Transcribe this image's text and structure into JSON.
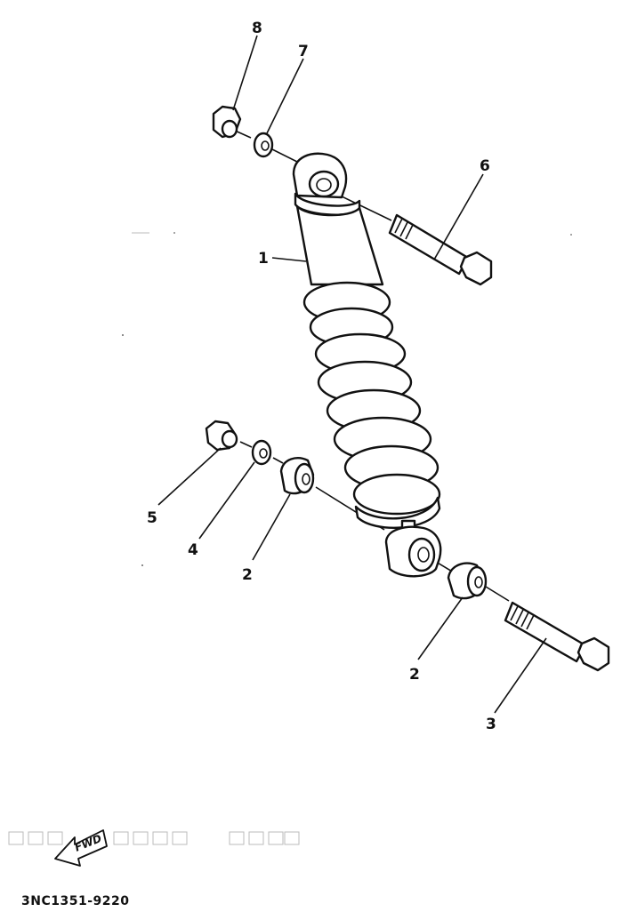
{
  "callouts": [
    {
      "id": "1",
      "text": "1"
    },
    {
      "id": "2a",
      "text": "2"
    },
    {
      "id": "2b",
      "text": "2"
    },
    {
      "id": "3",
      "text": "3"
    },
    {
      "id": "4",
      "text": "4"
    },
    {
      "id": "5",
      "text": "5"
    },
    {
      "id": "6",
      "text": "6"
    },
    {
      "id": "7",
      "text": "7"
    },
    {
      "id": "8",
      "text": "8"
    }
  ],
  "fwd_label": "FWD",
  "diagram_code": "3NC1351-9220"
}
